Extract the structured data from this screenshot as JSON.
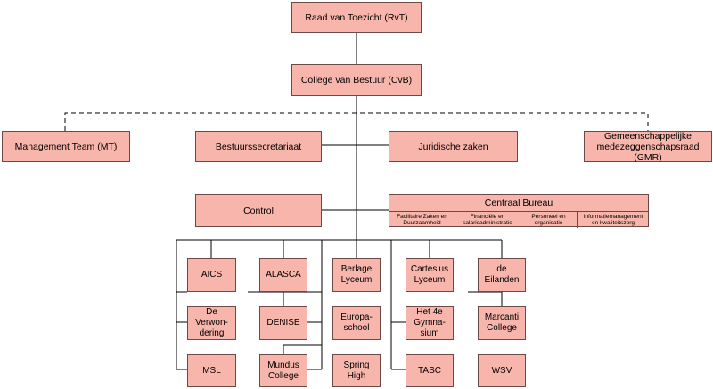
{
  "top": {
    "rvt": "Raad van Toezicht (RvT)",
    "cvb": "College van Bestuur (CvB)"
  },
  "staff": {
    "mt": "Management Team (MT)",
    "secretariaat": "Bestuurssecretariaat",
    "juridisch": "Juridische zaken",
    "gmr": "Gemeenschappelijke\nmedezeggenschapsraad (GMR)"
  },
  "control": "Control",
  "centraal_bureau": {
    "title": "Centraal Bureau",
    "departments": [
      "Facilitaire Zaken en\nDuurzaamheid",
      "Financiële en\nsalarisadministratie",
      "Personeel en\norganisatie",
      "Informatiemanagement\nen kwaliteitszorg"
    ]
  },
  "schools": {
    "left": [
      "AICS",
      "ALASCA",
      "Berlage\nLyceum",
      "De\nVerwon-\ndering",
      "DENISE",
      "Europa-\nschool",
      "MSL",
      "Mundus\nCollege",
      "Spring\nHigh"
    ],
    "right": [
      "Cartesius\nLyceum",
      "de\nEilanden",
      "Het 4e\nGymna-\nsium",
      "Marcanti\nCollege",
      "TASC",
      "WSV"
    ]
  },
  "colors": {
    "box_fill": "#f7b5ab",
    "box_border": "#6b4a45",
    "line": "#000000"
  }
}
